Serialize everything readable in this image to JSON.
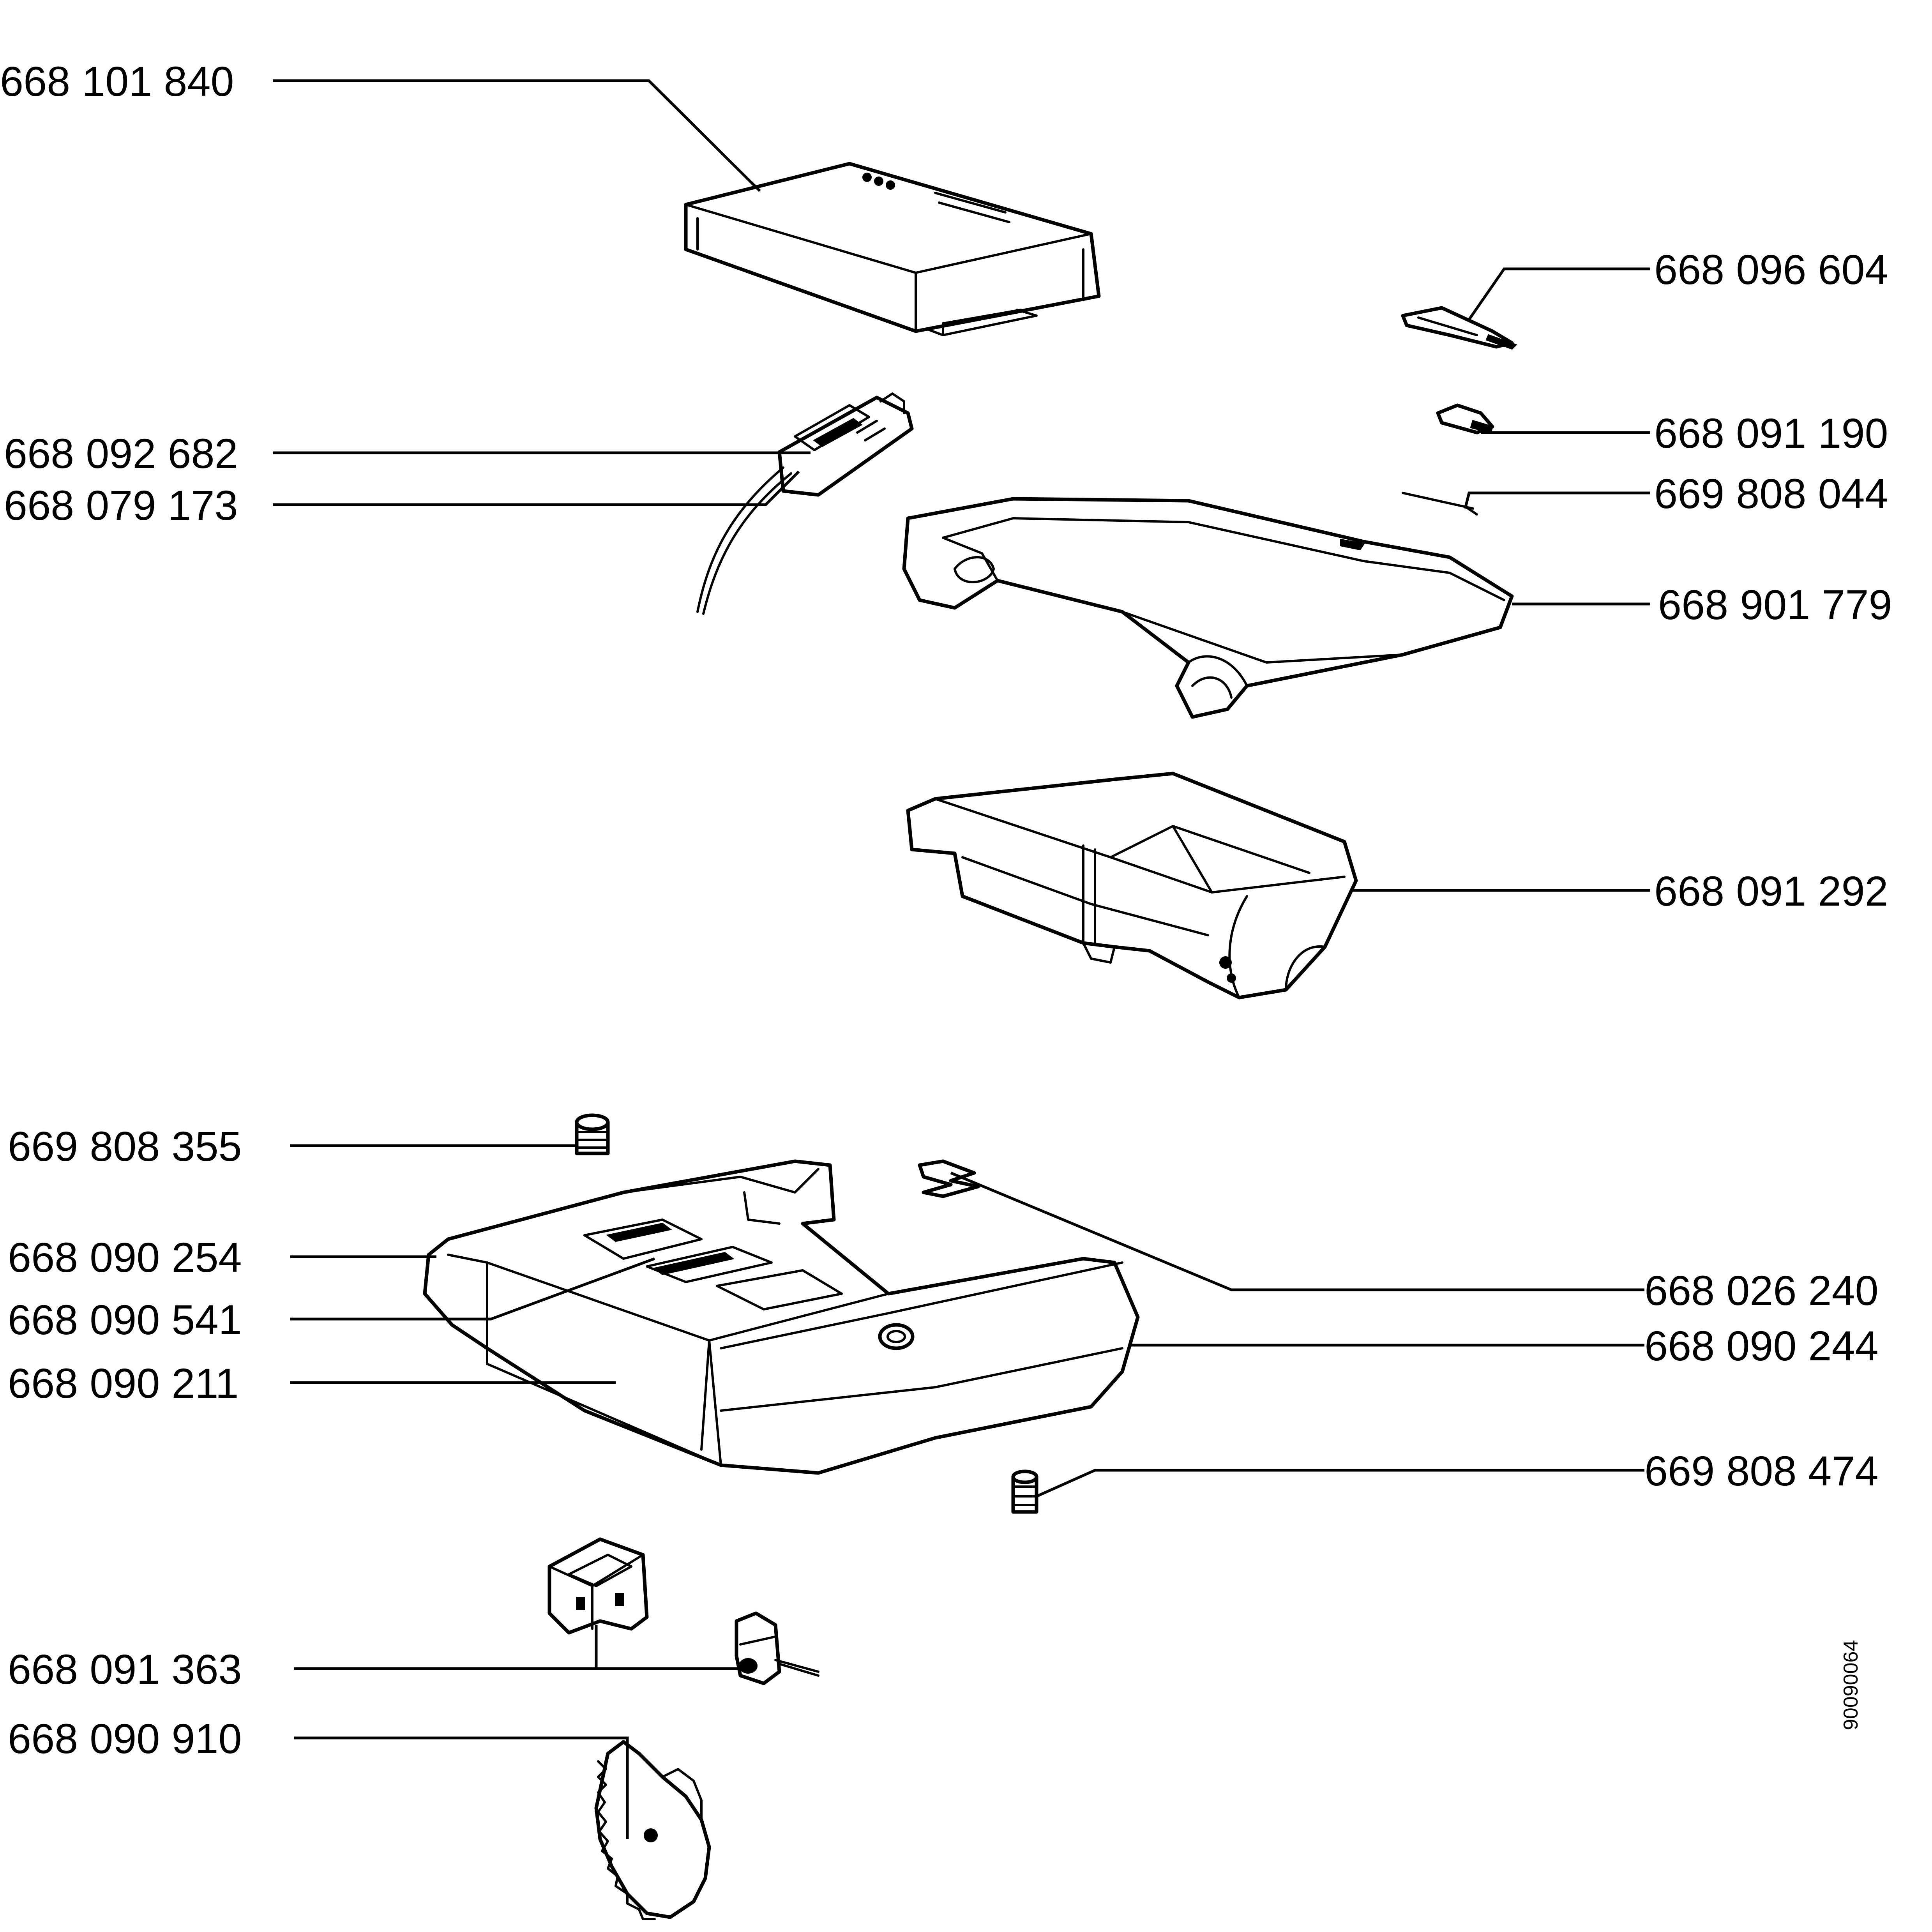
{
  "labels": {
    "l01": "668 101 840",
    "l02": "668 096 604",
    "l03": "668 092 682",
    "l04": "668 079 173",
    "l05": "668 091 190",
    "l06": "669 808 044",
    "l07": "668 901 779",
    "l08": "668 091 292",
    "l09": "669 808 355",
    "l10": "668 090 254",
    "l11": "668 090 541",
    "l12": "668 090 211",
    "l13": "668 026 240",
    "l14": "668 090 244",
    "l15": "669 808 474",
    "l16": "668 091 363",
    "l17": "668 090 910"
  },
  "document_number": "90090064",
  "colors": {
    "line": "#000000",
    "background": "#ffffff"
  }
}
